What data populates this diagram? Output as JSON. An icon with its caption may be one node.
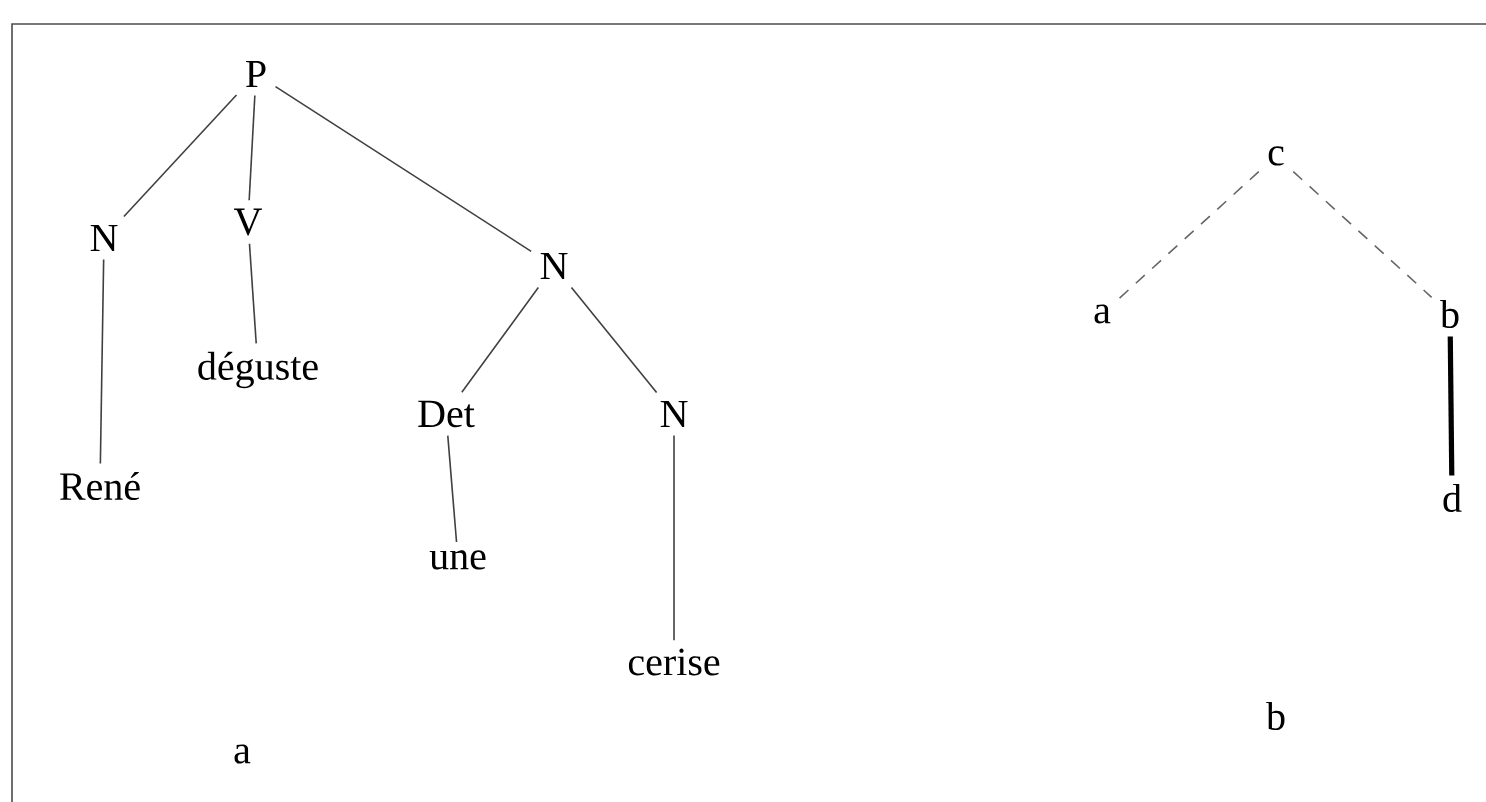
{
  "diagram": {
    "nodes": [
      {
        "text": [
          "P"
        ]
      },
      {
        "text": [
          "N"
        ]
      },
      {
        "text": [
          "V"
        ]
      },
      {
        "text": [
          "N"
        ]
      },
      {
        "text": [
          "René"
        ]
      },
      {
        "text": [
          "déguste"
        ]
      },
      {
        "text": [
          "Det"
        ]
      },
      {
        "text": [
          "N"
        ]
      },
      {
        "text": [
          "une"
        ]
      },
      {
        "text": [
          "cerise"
        ]
      },
      {
        "text": [
          "c"
        ]
      },
      {
        "text": [
          "a"
        ]
      },
      {
        "text": [
          "b"
        ]
      },
      {
        "text": [
          "d"
        ]
      }
    ],
    "edges": [
      {
        "from": 0,
        "to": 1,
        "arrow": "none"
      },
      {
        "from": 0,
        "to": 2,
        "arrow": "none"
      },
      {
        "from": 0,
        "to": 3,
        "arrow": "none"
      },
      {
        "from": 1,
        "to": 4,
        "arrow": "none"
      },
      {
        "from": 2,
        "to": 5,
        "arrow": "none"
      },
      {
        "from": 3,
        "to": 6,
        "arrow": "none"
      },
      {
        "from": 3,
        "to": 7,
        "arrow": "none"
      },
      {
        "from": 6,
        "to": 8,
        "arrow": "none"
      },
      {
        "from": 7,
        "to": 9,
        "arrow": "none"
      },
      {
        "from": 10,
        "to": 11,
        "arrow": "none",
        "style": "dashed"
      },
      {
        "from": 10,
        "to": 12,
        "arrow": "none",
        "style": "dashed"
      },
      {
        "from": 12,
        "to": 13,
        "arrow": "none",
        "style": "thick"
      }
    ],
    "labels": [
      "a",
      "b"
    ]
  }
}
